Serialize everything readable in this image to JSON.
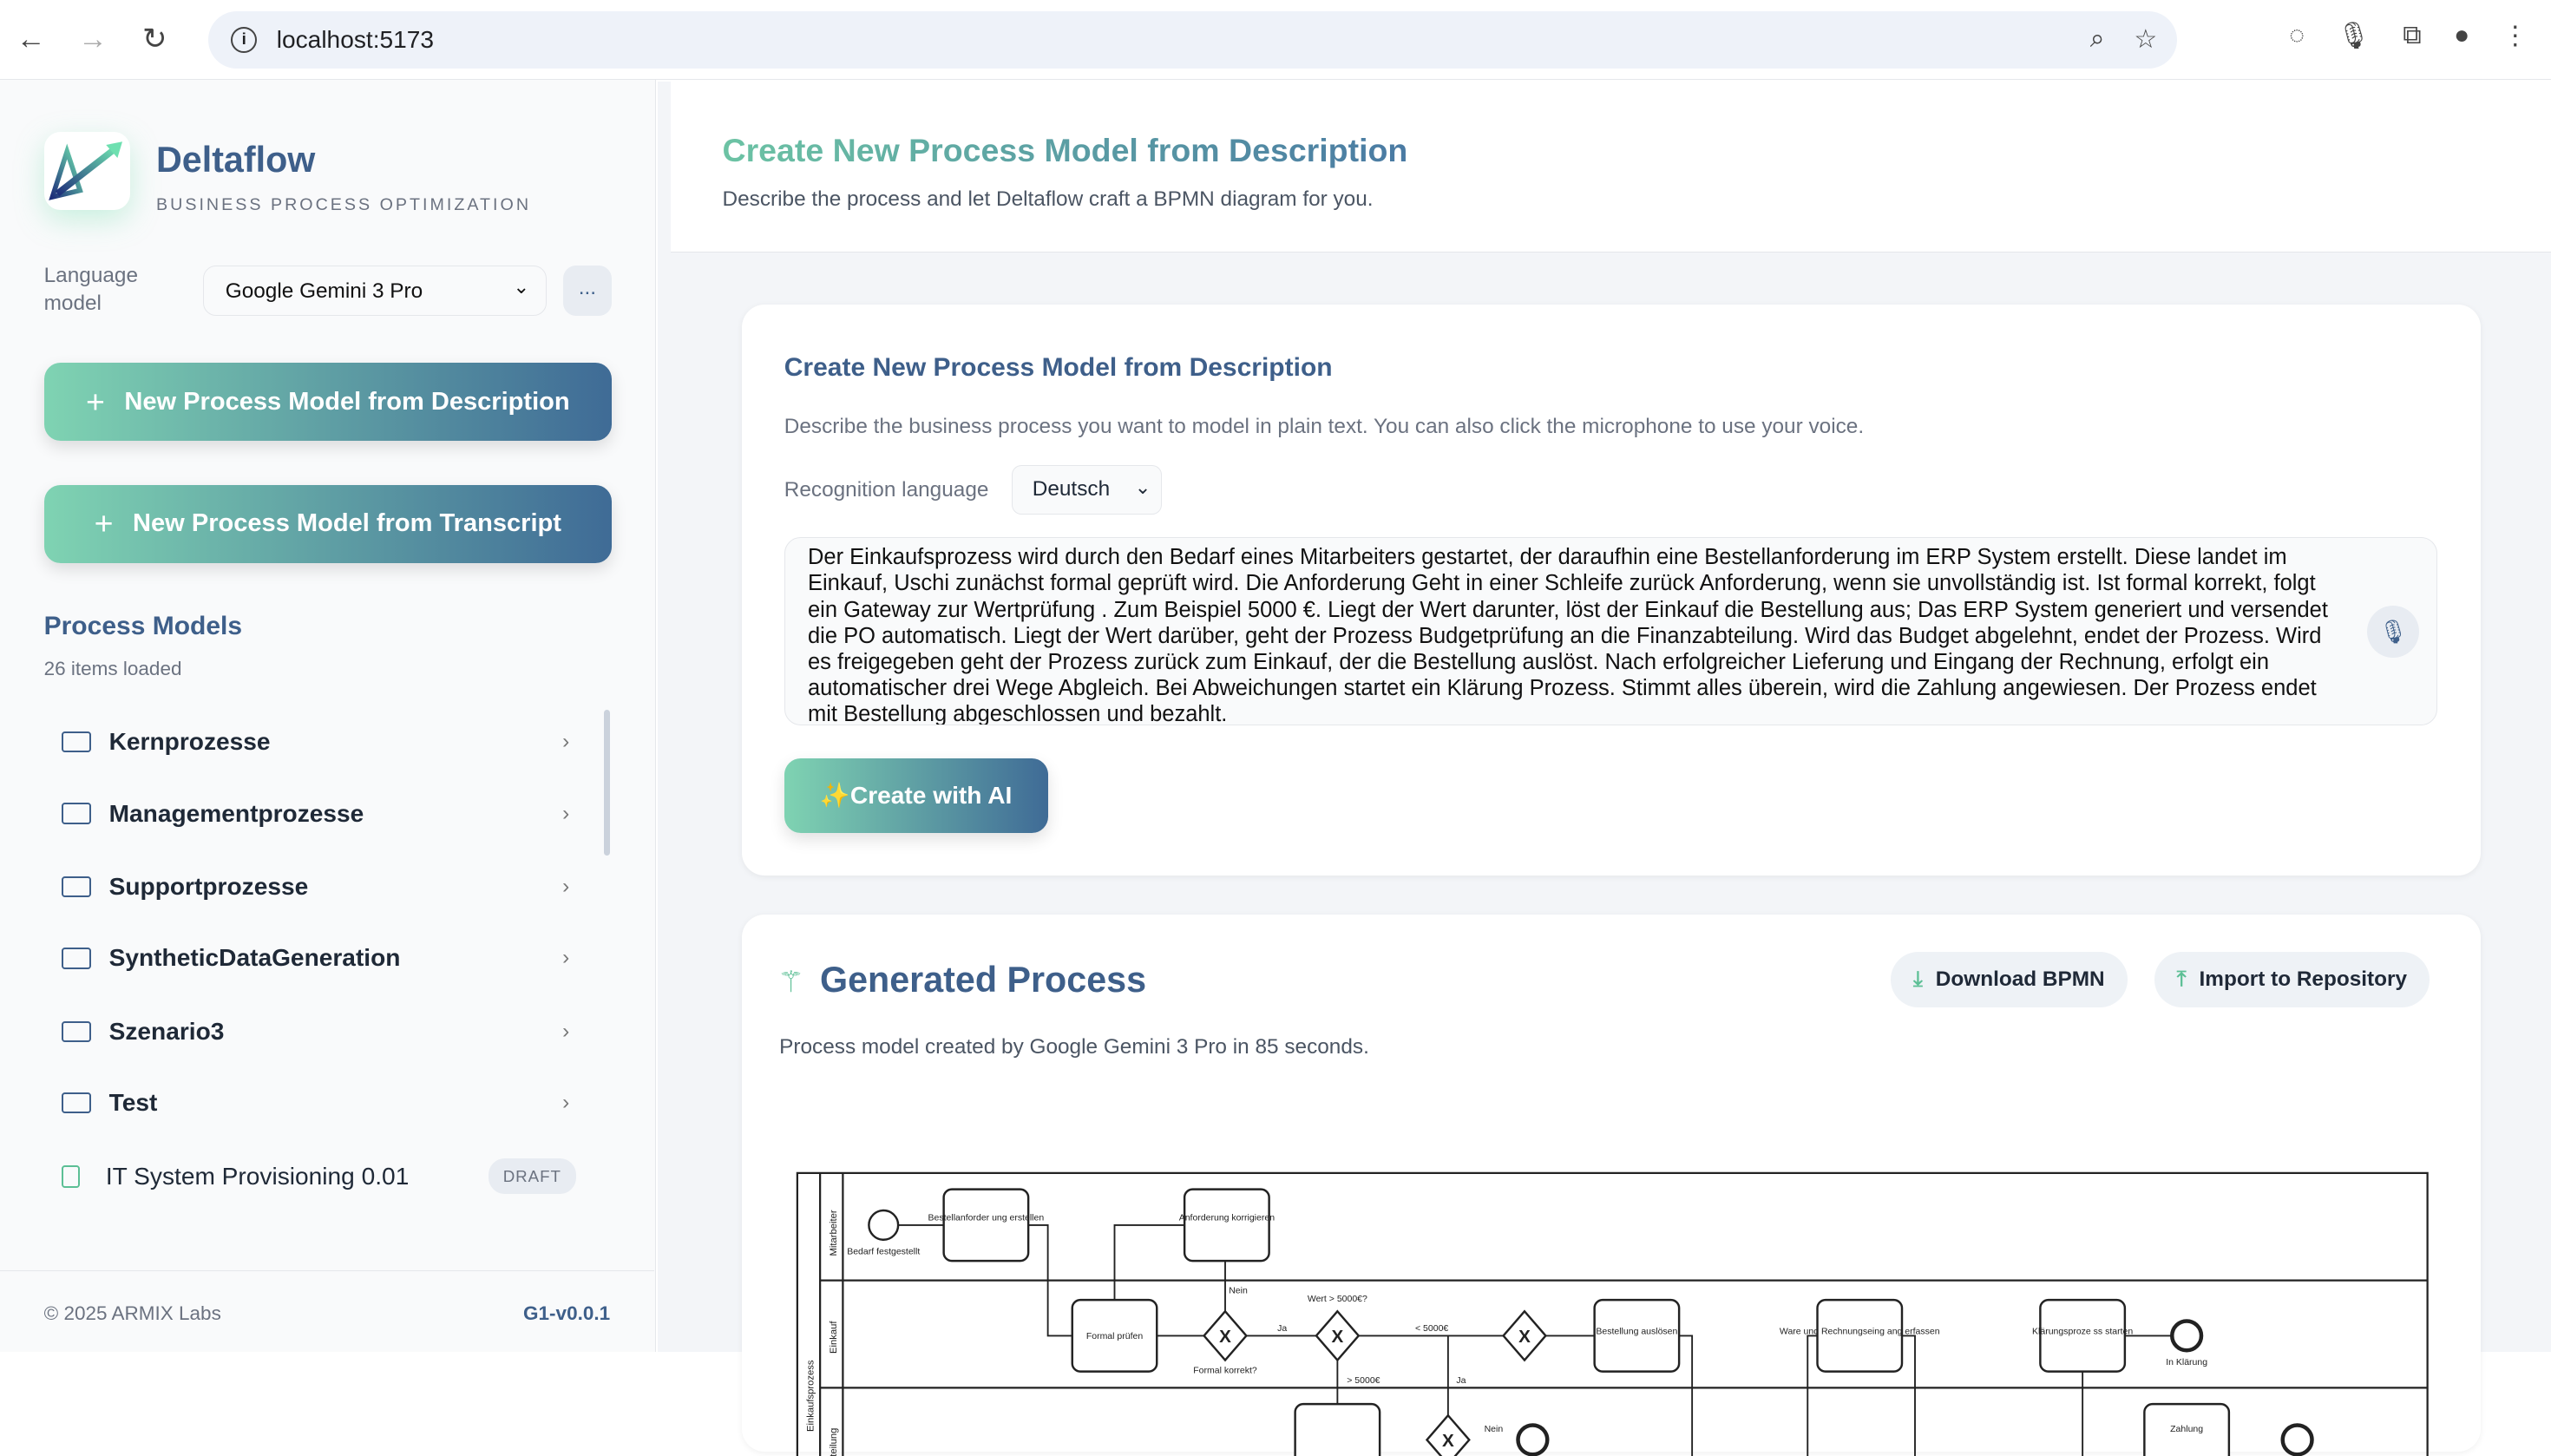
{
  "browser": {
    "url": "localhost:5173"
  },
  "sidebar": {
    "brand": "Deltaflow",
    "tagline": "BUSINESS PROCESS OPTIMIZATION",
    "language_model_label": "Language model",
    "language_model_value": "Google Gemini 3 Pro",
    "more_label": "...",
    "new_from_description": "New Process Model from Description",
    "new_from_transcript": "New Process Model from Transcript",
    "process_models_title": "Process Models",
    "items_loaded": "26 items loaded",
    "folders": [
      {
        "label": "Kernprozesse"
      },
      {
        "label": "Managementprozesse"
      },
      {
        "label": "Supportprozesse"
      },
      {
        "label": "SyntheticDataGeneration"
      },
      {
        "label": "Szenario3"
      },
      {
        "label": "Test"
      }
    ],
    "documents": [
      {
        "label": "IT System Provisioning 0.01",
        "badge": "DRAFT"
      }
    ],
    "copyright": "© 2025 ARMIX Labs",
    "version": "G1-v0.0.1"
  },
  "header": {
    "title": "Create New Process Model from Description",
    "subtitle": "Describe the process and let Deltaflow craft a BPMN diagram for you."
  },
  "form": {
    "title": "Create New Process Model from Description",
    "description": "Describe the business process you want to model in plain text. You can also click the microphone to use your voice.",
    "recognition_label": "Recognition language",
    "recognition_value": "Deutsch",
    "text": "Der Einkaufsprozess wird durch den Bedarf eines Mitarbeiters gestartet, der daraufhin eine Bestellanforderung im ERP System erstellt. Diese landet im Einkauf, Uschi zunächst formal geprüft wird. Die Anforderung Geht in einer Schleife zurück Anforderung, wenn sie unvollständig ist. Ist formal korrekt, folgt ein Gateway zur Wertprüfung . Zum Beispiel 5000 €. Liegt der Wert darunter, löst der Einkauf die Bestellung aus; Das ERP System generiert und versendet die PO automatisch. Liegt der Wert darüber, geht der Prozess Budgetprüfung an die Finanzabteilung. Wird das Budget abgelehnt, endet der Prozess. Wird es freigegeben geht der Prozess zurück zum Einkauf, der die Bestellung auslöst. Nach erfolgreicher Lieferung und Eingang der Rechnung, erfolgt ein automatischer drei Wege Abgleich. Bei Abweichungen startet ein Klärung Prozess. Stimmt alles überein, wird die Zahlung angewiesen. Der Prozess endet mit Bestellung abgeschlossen und bezahlt.",
    "create_label": "✨Create with AI"
  },
  "result": {
    "title": "Generated Process",
    "meta": "Process model created by Google Gemini 3 Pro in 85 seconds.",
    "download_label": "Download BPMN",
    "import_label": "Import to Repository",
    "diagram": {
      "pool": "Einkaufsprozess",
      "lanes": [
        "Mitarbeiter",
        "Einkauf",
        "Finanzabteilung"
      ],
      "start_event": "Bedarf festgestellt",
      "tasks": [
        "Bestellanforder ung erstellen",
        "Anforderung korrigieren",
        "Formal prüfen",
        "Bestellung auslösen",
        "Ware und Rechnungseing ang erfassen",
        "Klärungsproze ss starten",
        "Zahlung"
      ],
      "gateways": [
        "Formal korrekt?",
        "Wert > 5000€?"
      ],
      "flow_labels": [
        "Nein",
        "Ja",
        "< 5000€",
        "> 5000€",
        "Ja",
        "Nein"
      ],
      "end_events": [
        "In Klärung"
      ]
    }
  }
}
